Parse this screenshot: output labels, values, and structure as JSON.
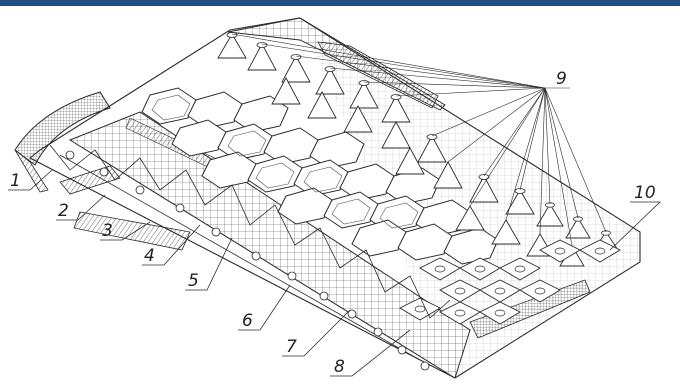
{
  "figure": {
    "type": "technical line drawing",
    "accent_bar_color": "#1f4e86",
    "line_color": "#2b2b2b",
    "callouts": [
      "1",
      "2",
      "3",
      "4",
      "5",
      "6",
      "7",
      "8",
      "9",
      "10"
    ]
  }
}
